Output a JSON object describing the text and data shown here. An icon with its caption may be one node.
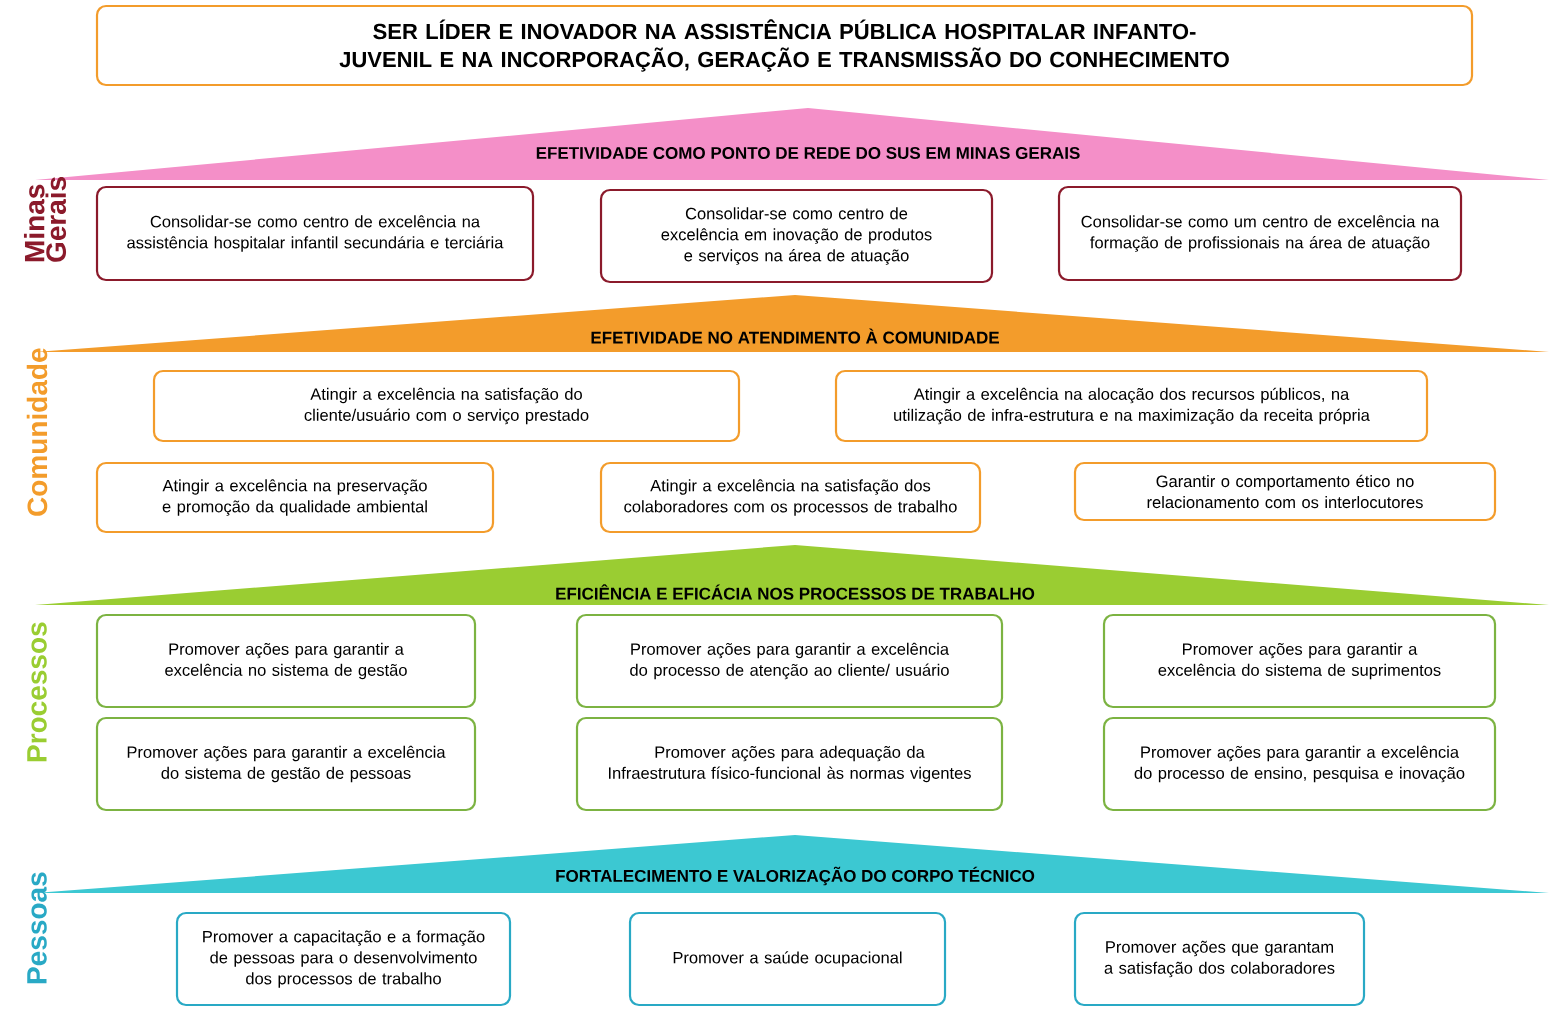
{
  "diagram": {
    "nodes": [
      {
        "text": [
          "SER LÍDER E INOVADOR NA ASSISTÊNCIA PÚBLICA HOSPITALAR INFANTO-JUVENIL E NA INCORPORAÇÃO, GERAÇÃO E TRANSMISSÃO DO CONHECIMENTO"
        ]
      },
      {
        "text": [
          "EFETIVIDADE COMO PONTO DE REDE DO SUS EM MINAS GERAIS"
        ]
      },
      {
        "text": [
          "Consolidar-se como centro de excelência na assistência hospitalar infantil secundária e terciária"
        ]
      },
      {
        "text": [
          "Consolidar-se como centro de excelência em inovação de produtos e serviços na área de atuação"
        ]
      },
      {
        "text": [
          "Consolidar-se como um centro de excelência na formação de profissionais na área de atuação"
        ]
      },
      {
        "text": [
          "EFETIVIDADE NO ATENDIMENTO À COMUNIDADE"
        ]
      },
      {
        "text": [
          "Atingir a excelência na satisfação do cliente/usuário com o serviço prestado"
        ]
      },
      {
        "text": [
          "Atingir a excelência na alocação dos recursos públicos, na utilização de infra-estrutura e na maximização da receita própria"
        ]
      },
      {
        "text": [
          "Atingir a excelência na preservação e promoção da qualidade ambiental"
        ]
      },
      {
        "text": [
          "Atingir a excelência na satisfação dos colaboradores com os processos de trabalho"
        ]
      },
      {
        "text": [
          "Garantir o comportamento ético no relacionamento com os interlocutores"
        ]
      },
      {
        "text": [
          "EFICIÊNCIA E EFICÁCIA NOS PROCESSOS DE TRABALHO"
        ]
      },
      {
        "text": [
          "Promover ações para garantir a excelência no sistema de gestão"
        ]
      },
      {
        "text": [
          "Promover ações para garantir a excelência do processo de atenção ao cliente/ usuário"
        ]
      },
      {
        "text": [
          "Promover ações para garantir a excelência do sistema de suprimentos"
        ]
      },
      {
        "text": [
          "Promover ações para garantir a excelência do sistema de gestão de pessoas"
        ]
      },
      {
        "text": [
          "Promover ações para adequação da Infraestrutura físico-funcional às normas vigentes"
        ]
      },
      {
        "text": [
          "Promover ações para garantir a excelência do processo de ensino, pesquisa e inovação"
        ]
      },
      {
        "text": [
          "FORTALECIMENTO E VALORIZAÇÃO DO CORPO TÉCNICO"
        ]
      },
      {
        "text": [
          "Promover a capacitação e a formação de pessoas para o desenvolvimento dos processos de trabalho"
        ]
      },
      {
        "text": [
          "Promover a saúde ocupacional"
        ]
      },
      {
        "text": [
          "Promover ações que garantam a satisfação dos colaboradores"
        ]
      }
    ],
    "labels": [
      "Minas Gerais",
      "Comunidade",
      "Processos",
      "Pessoas"
    ]
  }
}
